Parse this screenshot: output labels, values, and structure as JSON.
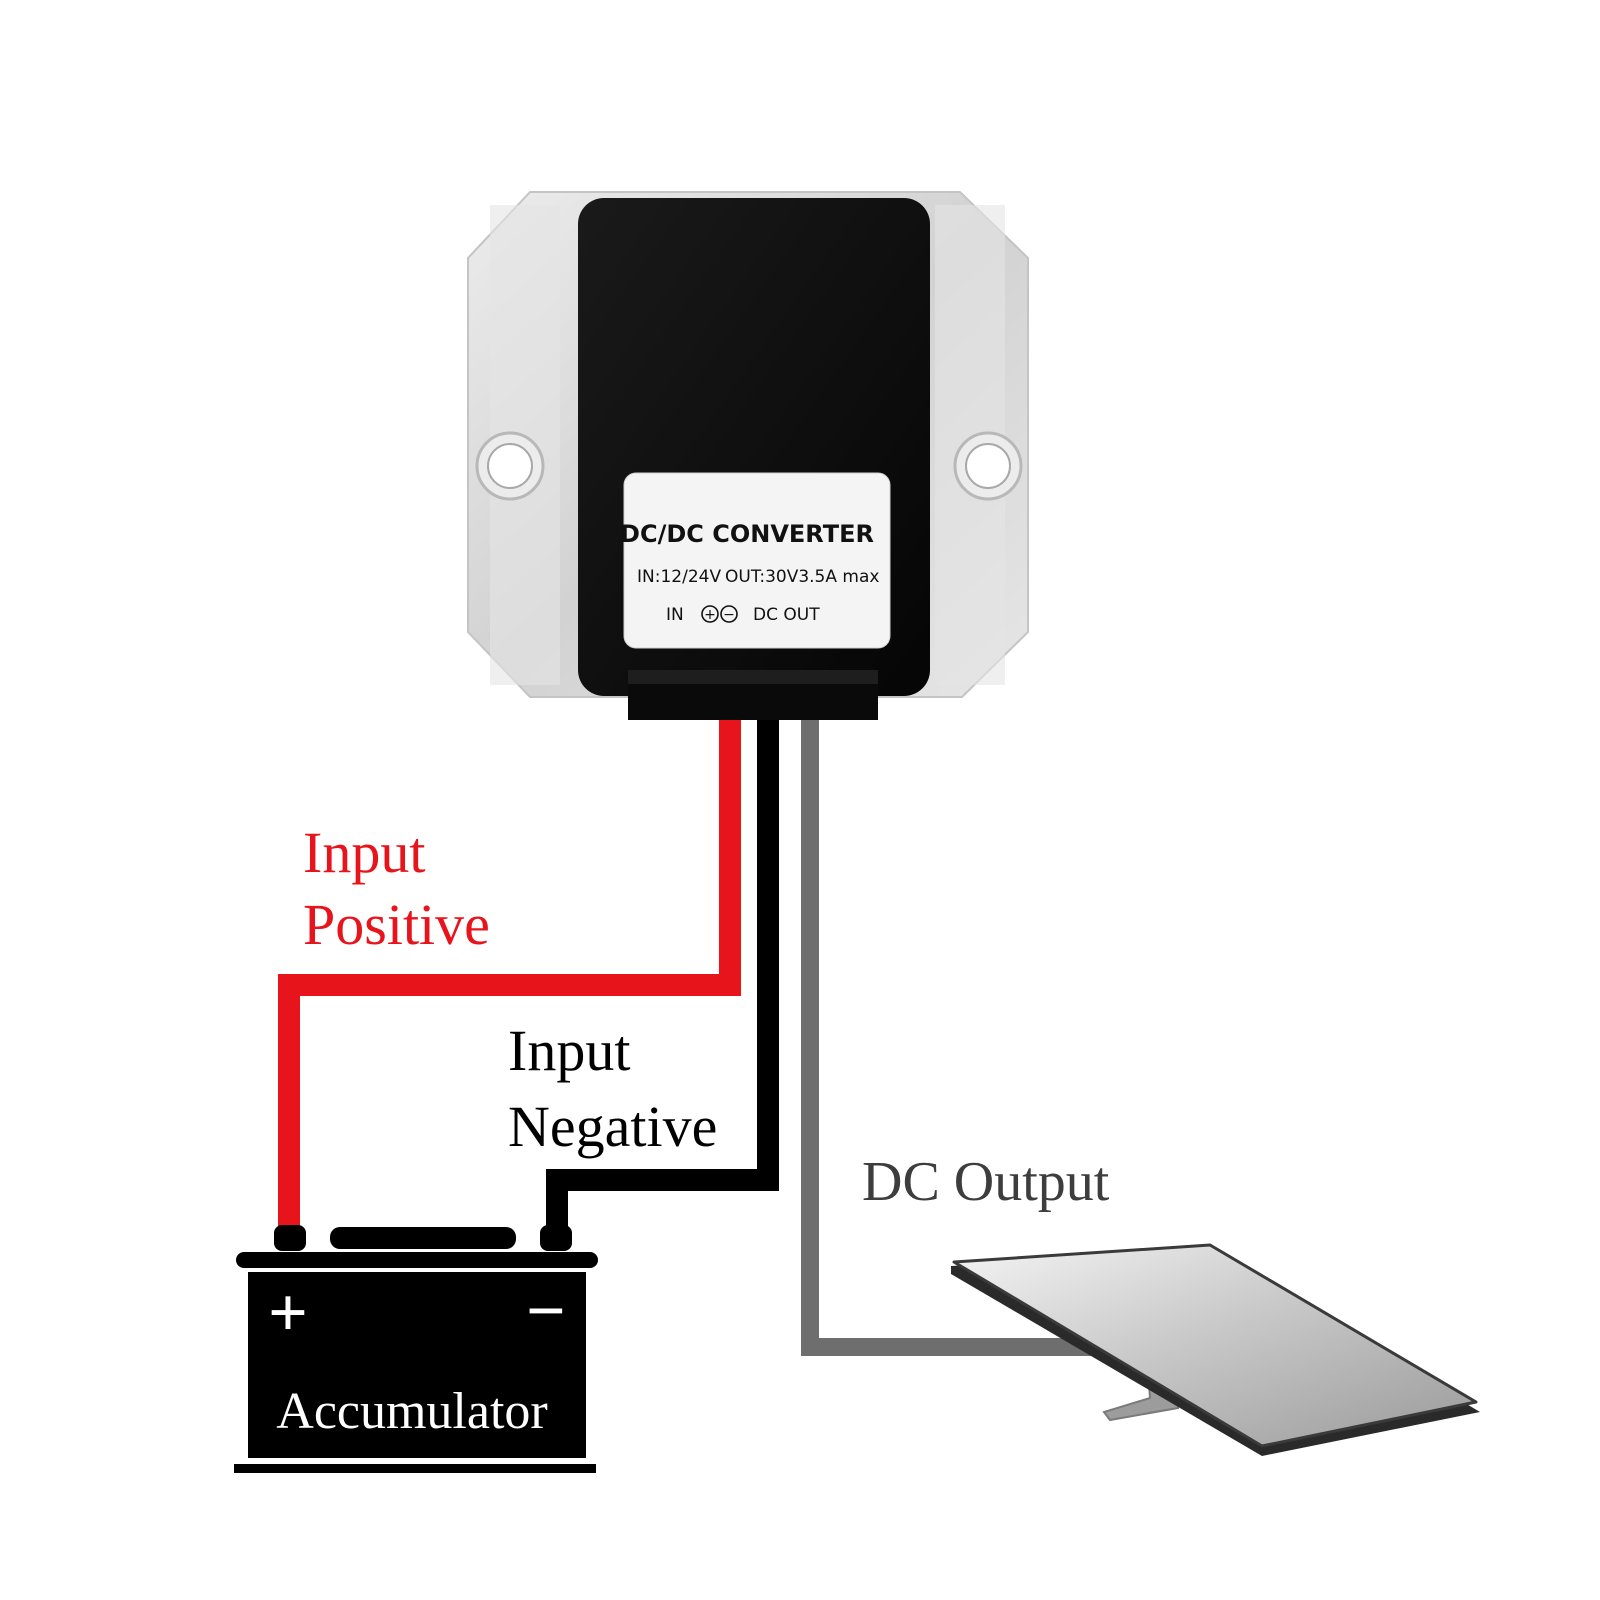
{
  "converter": {
    "sticker_title": "DC/DC CONVERTER",
    "sticker_in_spec": "IN:12/24V",
    "sticker_out_spec": "OUT:30V3.5A max",
    "sticker_in_tag": "IN",
    "sticker_plus_symbol": "+",
    "sticker_minus_symbol": "−",
    "sticker_out_tag": "DC OUT"
  },
  "labels": {
    "input_positive_line1": "Input",
    "input_positive_line2": "Positive",
    "input_negative_line1": "Input",
    "input_negative_line2": "Negative",
    "dc_output": "DC Output"
  },
  "battery": {
    "plus_symbol": "+",
    "minus_symbol": "−",
    "name": "Accumulator"
  },
  "colors": {
    "positive_wire": "#e8141b",
    "negative_wire": "#000000",
    "output_wire": "#6e6e6e",
    "positive_label": "#e8141b",
    "negative_label": "#000000",
    "output_label": "#3d3d3d",
    "battery_body": "#000000",
    "battery_text": "#ffffff",
    "housing": "#dcdcdc",
    "converter_body": "#0c0c0c",
    "sticker_bg": "#f4f4f4"
  },
  "icons": {
    "converter": "dc-dc-converter-module-icon",
    "battery": "battery-icon",
    "load": "satellite-dish-panel-icon"
  }
}
